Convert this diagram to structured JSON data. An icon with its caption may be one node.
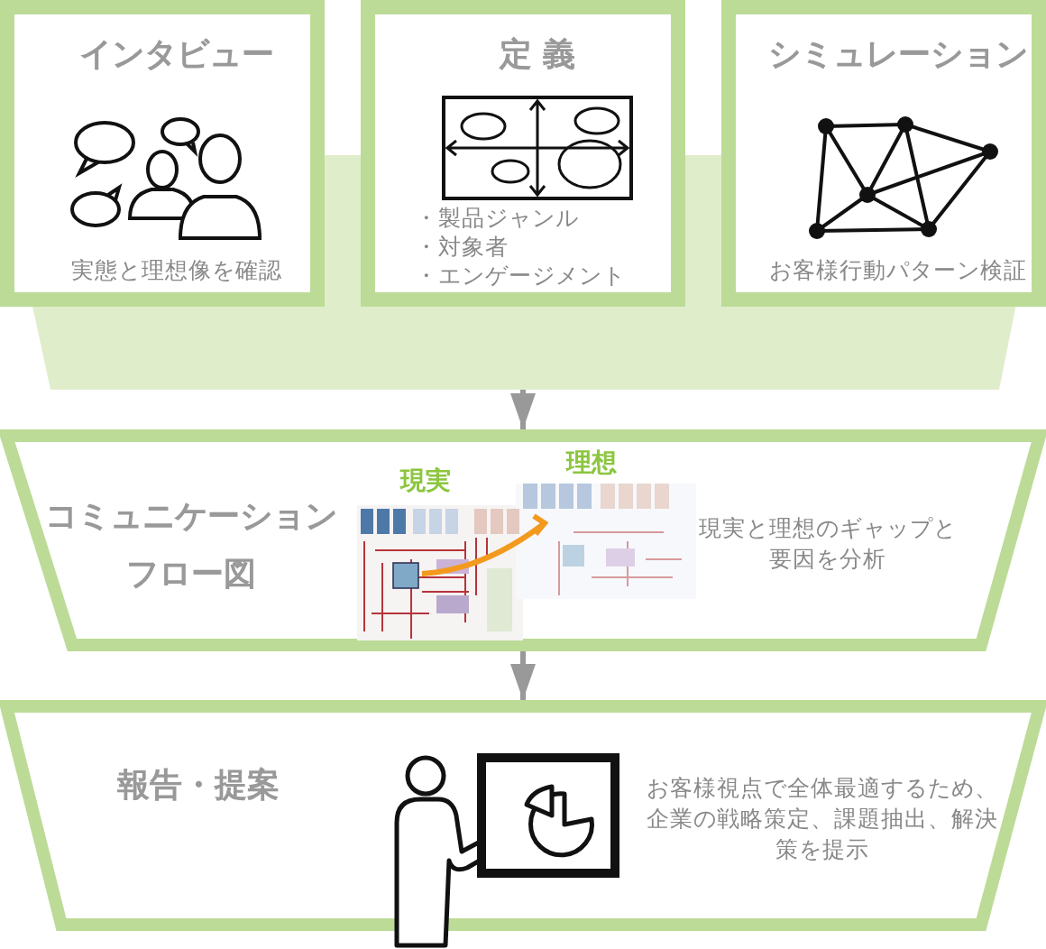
{
  "diagram": {
    "nodes": [
      {
        "text": [
          "インタビュー",
          "実態と理想像を確認"
        ]
      },
      {
        "text": [
          "定 義",
          "・製品ジャンル",
          "・対象者",
          "・エンゲージメント"
        ]
      },
      {
        "text": [
          "シミュレーション",
          "お客様行動パターン検証"
        ]
      },
      {
        "text": [],
        "shape": "band"
      },
      {
        "text": [
          "コミュニケーションフロー図",
          "現実と理想のギャップと要因を分析"
        ]
      },
      {
        "text": [
          "現実",
          "理想"
        ],
        "in": 4
      },
      {
        "text": [
          "報告・提案",
          "お客様視点で全体最適するため、企業の戦略策定、課題抽出、解決策を提示"
        ]
      }
    ],
    "edges": [
      {
        "from": 3,
        "to": 4,
        "arrow": "to"
      },
      {
        "from": 4,
        "to": 6,
        "arrow": "to"
      }
    ]
  }
}
